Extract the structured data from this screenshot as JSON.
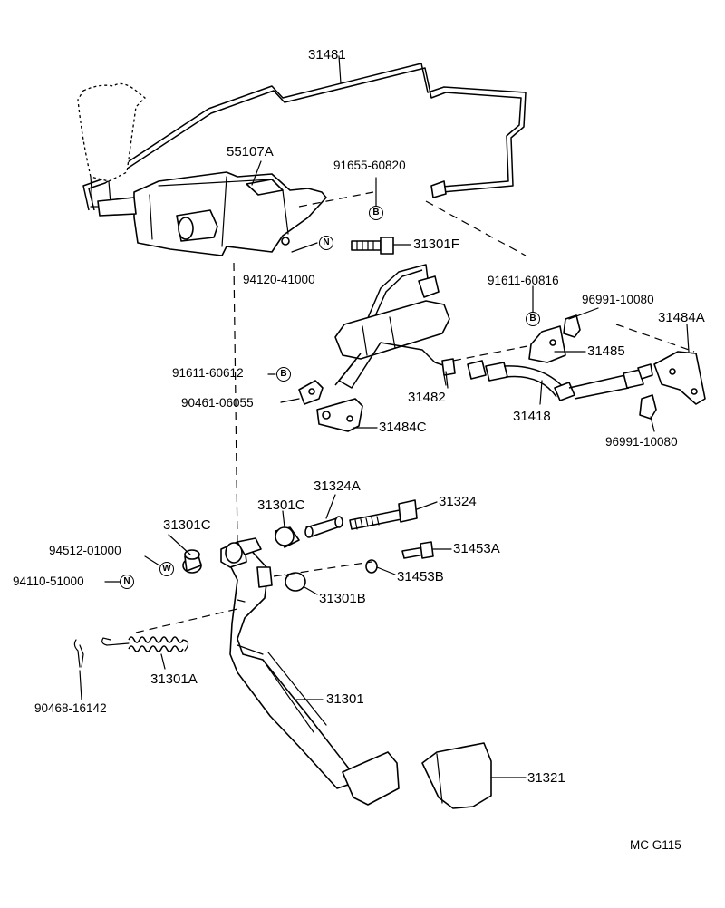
{
  "parts": {
    "p31481": "31481",
    "p55107A": "55107A",
    "p91655": "91655-60820",
    "p31301F": "31301F",
    "p94120": "94120-41000",
    "p91611_816": "91611-60816",
    "p96991_top": "96991-10080",
    "p31484A": "31484A",
    "p31485": "31485",
    "p91611_612": "91611-60612",
    "p90461": "90461-06055",
    "p31482": "31482",
    "p31418": "31418",
    "p31484C": "31484C",
    "p96991_bot": "96991-10080",
    "p31324A": "31324A",
    "p31301C_a": "31301C",
    "p31324": "31324",
    "p31301C_b": "31301C",
    "p94512": "94512-01000",
    "p31453A": "31453A",
    "p94110": "94110-51000",
    "p31453B": "31453B",
    "p31301B": "31301B",
    "p31301A": "31301A",
    "p31301": "31301",
    "p90468": "90468-16142",
    "p31321": "31321"
  },
  "symbols": {
    "bolt": "B",
    "nut": "N",
    "washer": "W"
  },
  "footer": {
    "code": "MC G115"
  }
}
